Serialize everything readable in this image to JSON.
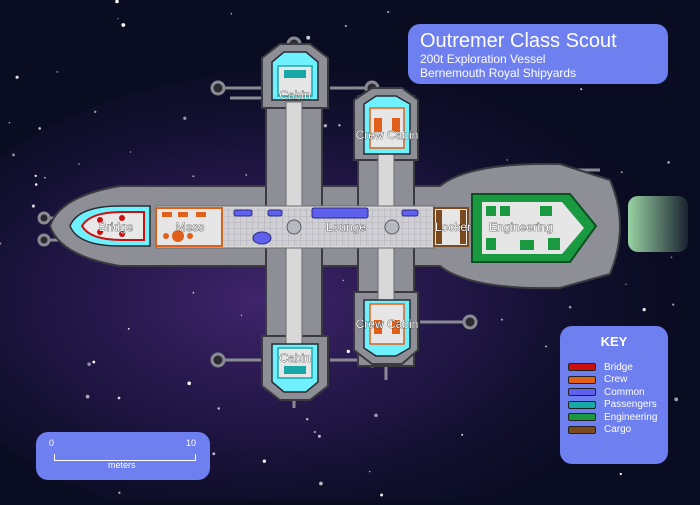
{
  "title": {
    "name": "Outremer Class Scout",
    "line1": "200t Exploration Vessel",
    "line2": "Bernemouth Royal Shipyards"
  },
  "rooms": {
    "bridge": "Bridge",
    "mess": "Mess",
    "lounge": "Lounge",
    "locker": "Locker",
    "engineering": "Engineering",
    "cabin_top": "Cabin",
    "cabin_bottom": "Cabin",
    "crew_cabin_top": "Crew Cabin",
    "crew_cabin_bottom": "Crew Cabin"
  },
  "key": {
    "title": "KEY",
    "items": [
      {
        "label": "Bridge",
        "color": "#cc1010"
      },
      {
        "label": "Crew",
        "color": "#e0601a"
      },
      {
        "label": "Common",
        "color": "#6060ee"
      },
      {
        "label": "Passengers",
        "color": "#18a8a8"
      },
      {
        "label": "Engineering",
        "color": "#1a9a40"
      },
      {
        "label": "Cargo",
        "color": "#7a4a1e"
      }
    ]
  },
  "scale": {
    "start": "0",
    "end": "10",
    "unit": "meters"
  },
  "colors": {
    "panel": "#6e7ff0",
    "hull": "#9a9aa2",
    "corridor": "#d8d8d8",
    "shield": "#6ff0ff",
    "space": "#0a0c22"
  }
}
